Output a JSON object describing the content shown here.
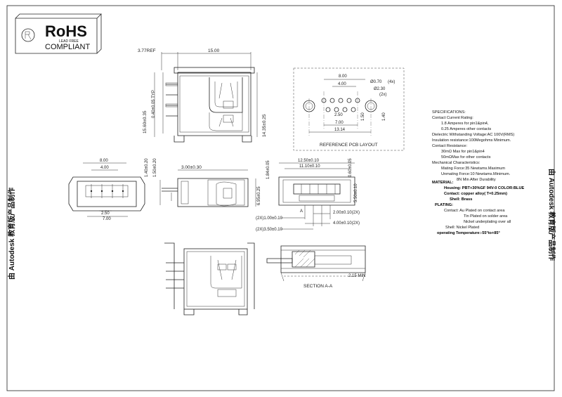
{
  "rohs": {
    "title": "RoHS",
    "subtitle": "LEAD FREE",
    "compliant": "COMPLIANT"
  },
  "top_view": {
    "ref_dim": "3.77REF",
    "width_dim": "15.00",
    "height_dim_left": "15.60±0.35",
    "pitch_dim": "0.40±0.05 TYP",
    "height_dim_right": "14.35±0.25"
  },
  "pcb_layout": {
    "dim_8": "8.00",
    "dim_4": "4.00",
    "hole_small": "Ø0.70",
    "hole_small_count": "(4x)",
    "hole_large": "Ø2.30",
    "hole_large_count": "(2x)",
    "dim_250": "2.50",
    "dim_7": "7.00",
    "dim_1314": "13.14",
    "dim_150": "1.50",
    "dim_140": "1.40",
    "caption": "REFERENCE PCB LAYOUT"
  },
  "front_small": {
    "dim_8": "8.00",
    "dim_4": "4.00",
    "dim_250": "2.50",
    "dim_7": "7.00"
  },
  "side_view": {
    "dim_140": "1.40±0.20",
    "dim_150": "1.50±0.20",
    "dim_300": "3.00±0.30",
    "dim_695": "6.95±0.25"
  },
  "front_view": {
    "dim_1250": "12.50±0.10",
    "dim_1110": "11.10±0.10",
    "dim_184": "1.84±0.05",
    "dim_060": "0.60±0.05",
    "dim_550": "5.50±0.10",
    "dim_200": "2.00±0.10(2X)",
    "dim_400": "4.00±0.10(2X)",
    "dim_100": "(2X)1.00±0.10",
    "dim_350": "(2X)3.50±0.10",
    "section_label": "A"
  },
  "section": {
    "min_dim": "2.15 MIN",
    "caption": "SECTION A-A"
  },
  "specs": {
    "lines": [
      "SPECIFICATIONS:",
      "Contact Current Rating:",
      "1.8 Amperes for pin1&pin4,",
      "0.25 Amperes other contacts",
      "Dielectric Withstanding Voltage:AC 100V(RMS)",
      "Insulation resistance:100Megohms Minimum.",
      "Contact Resistance:",
      "30mΩ Max for pin1&pin4",
      "50mΩMax for other contacts",
      "Mechanical Characteristics:",
      "Mating Force:35 Newtams.Maximum",
      "Unmating Force:10 Newtams.Minimum.",
      "8N Min After Durability"
    ],
    "material_label": "MATERIAL:",
    "housing": "Housing: PBT+30%GF 94V-0 COLOR:BLUE",
    "contact": "Contact: copper alloy( T=0.25mm)",
    "shell": "Shell: Brass",
    "plating_label": "PLATING:",
    "plating_contact_1": "Contact: Au Plated on contact area",
    "plating_contact_2": "Tin Plated on solder area",
    "plating_contact_3": "Nickel underplating over all",
    "plating_shell": "Shell: Nickel Plated",
    "temperature": "operating Temperature:-55°to+85°"
  },
  "side_text": {
    "left": "由 Autodesk 教育版产品制作",
    "right": "由 Autodesk 教育版产品制作"
  }
}
